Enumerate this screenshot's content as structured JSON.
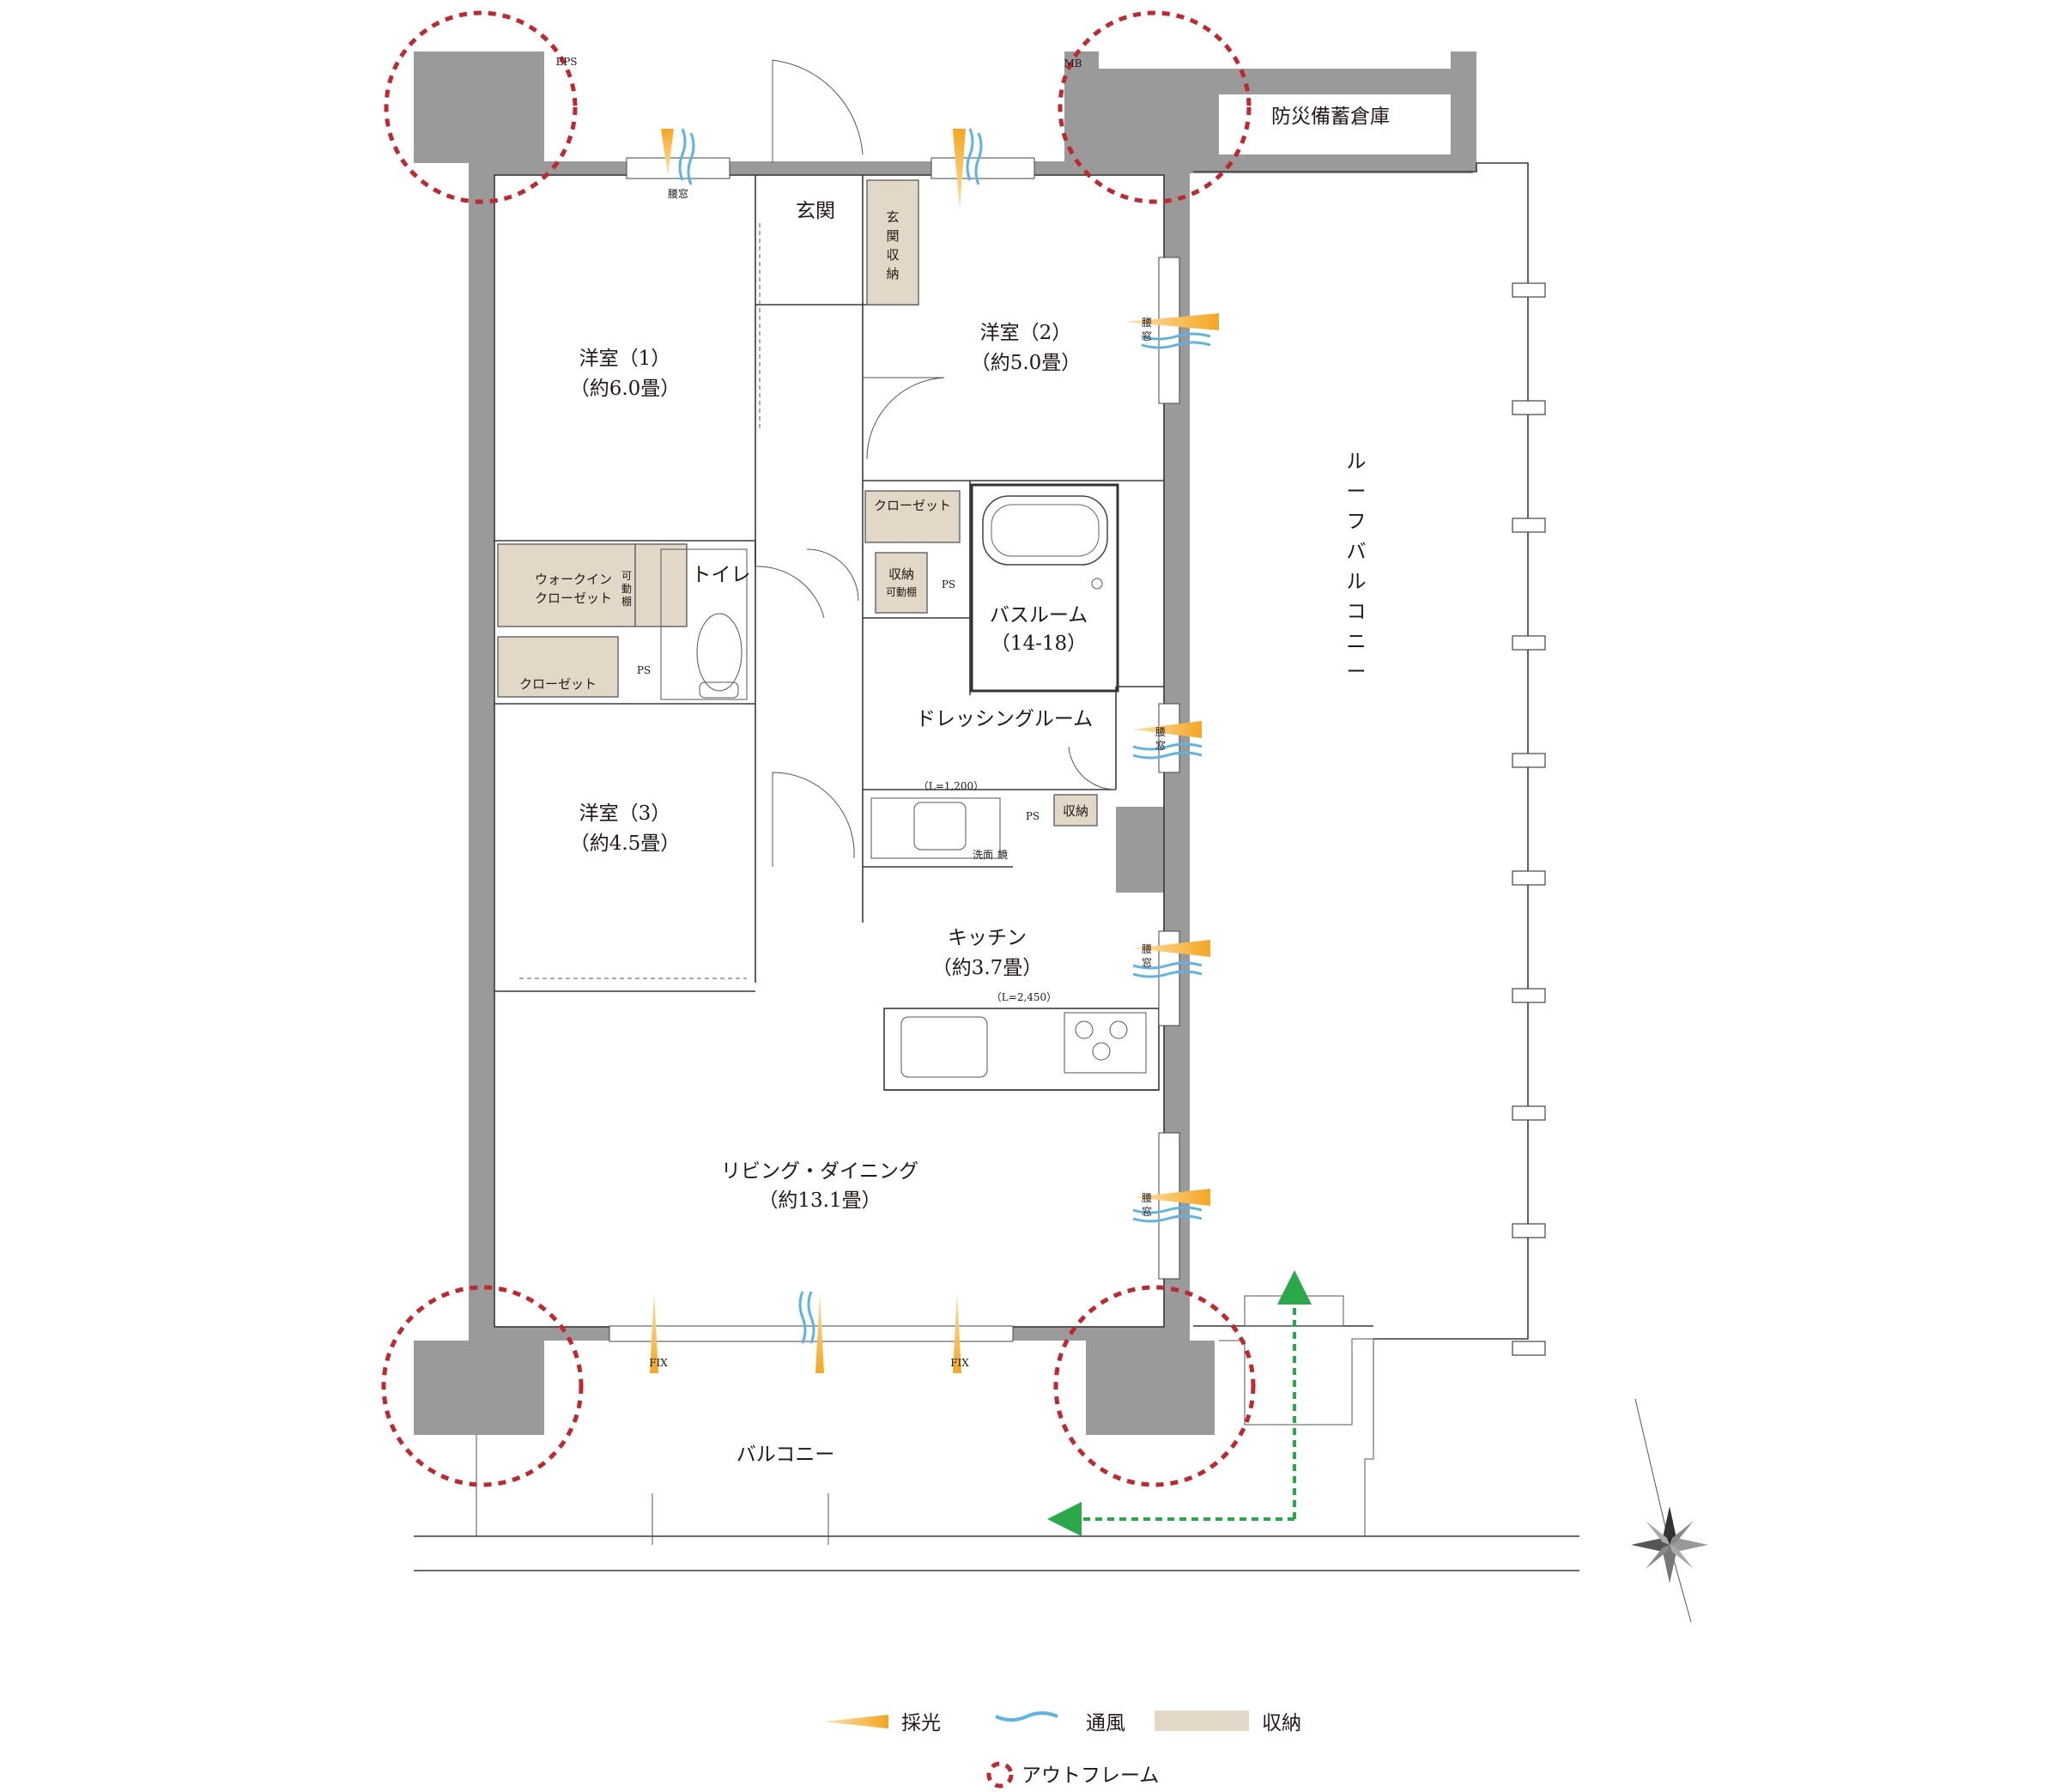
{
  "rooms": {
    "western1": {
      "name": "洋室（1）",
      "size": "（約6.0畳）"
    },
    "western2": {
      "name": "洋室（2）",
      "size": "（約5.0畳）"
    },
    "western3": {
      "name": "洋室（3）",
      "size": "（約4.5畳）"
    },
    "entrance": "玄関",
    "entrance_storage": [
      "玄",
      "関",
      "収",
      "納"
    ],
    "toilet": "トイレ",
    "bathroom": {
      "name": "バスルーム",
      "size": "（14-18）"
    },
    "dressing": "ドレッシングルーム",
    "kitchen": {
      "name": "キッチン",
      "size": "（約3.7畳）"
    },
    "living": {
      "name": "リビング・ダイニング",
      "size": "（約13.1畳）"
    },
    "balcony": "バルコニー",
    "roof_balcony": [
      "ル",
      "ー",
      "フ",
      "バ",
      "ル",
      "コ",
      "ニ",
      "ー"
    ],
    "disaster_storage": "防災備蓄倉庫",
    "walkin": {
      "line1": "ウォークイン",
      "line2": "クローゼット",
      "shelf1": "可",
      "shelf2": "動",
      "shelf3": "棚"
    },
    "closet_w1": "クローゼット",
    "closet_hall": "クローゼット",
    "storage_shelf": {
      "line1": "収納",
      "line2": "可動棚"
    },
    "storage_small": "収納"
  },
  "labels": {
    "eps": "EPS",
    "mb": "MB",
    "ps": "PS",
    "koshimado": "腰窓",
    "koshimado_v1": "腰",
    "koshimado_v2": "窓",
    "fix": "FIX",
    "washbasin_length": "（L=1,200）",
    "kitchen_length": "（L=2,450）",
    "mirror": "鏡",
    "washbasin": "洗面"
  },
  "legend": {
    "light": "採光",
    "wind": "通風",
    "storage": "収納",
    "outframe": "アウトフレーム"
  },
  "colors": {
    "wall": "#9a9a9a",
    "storage": "#e3d8c8",
    "light": "#f5a623",
    "wind": "#5bb4e5",
    "outframe": "#c1272d",
    "route": "#2aa84a"
  }
}
